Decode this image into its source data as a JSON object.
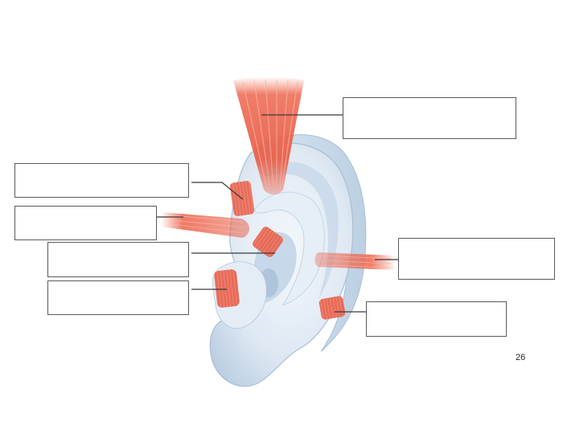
{
  "page": {
    "page_number": "26"
  },
  "diagram": {
    "subject": "auricle-with-auricular-muscles",
    "colors": {
      "background": "#ffffff",
      "ear_light": "#eef4fa",
      "ear_mid": "#cfdeed",
      "ear_shadow": "#a9bfd6",
      "muscle_main": "#e8604a",
      "muscle_light": "#f49a86",
      "leader_line": "#3a3a3a",
      "box_border": "#5a5a5a"
    },
    "label_boxes": [
      {
        "id": "box-1",
        "text": ""
      },
      {
        "id": "box-2",
        "text": ""
      },
      {
        "id": "box-3",
        "text": ""
      },
      {
        "id": "box-4",
        "text": ""
      },
      {
        "id": "box-5",
        "text": ""
      },
      {
        "id": "box-6",
        "text": ""
      },
      {
        "id": "box-7",
        "text": ""
      }
    ]
  }
}
